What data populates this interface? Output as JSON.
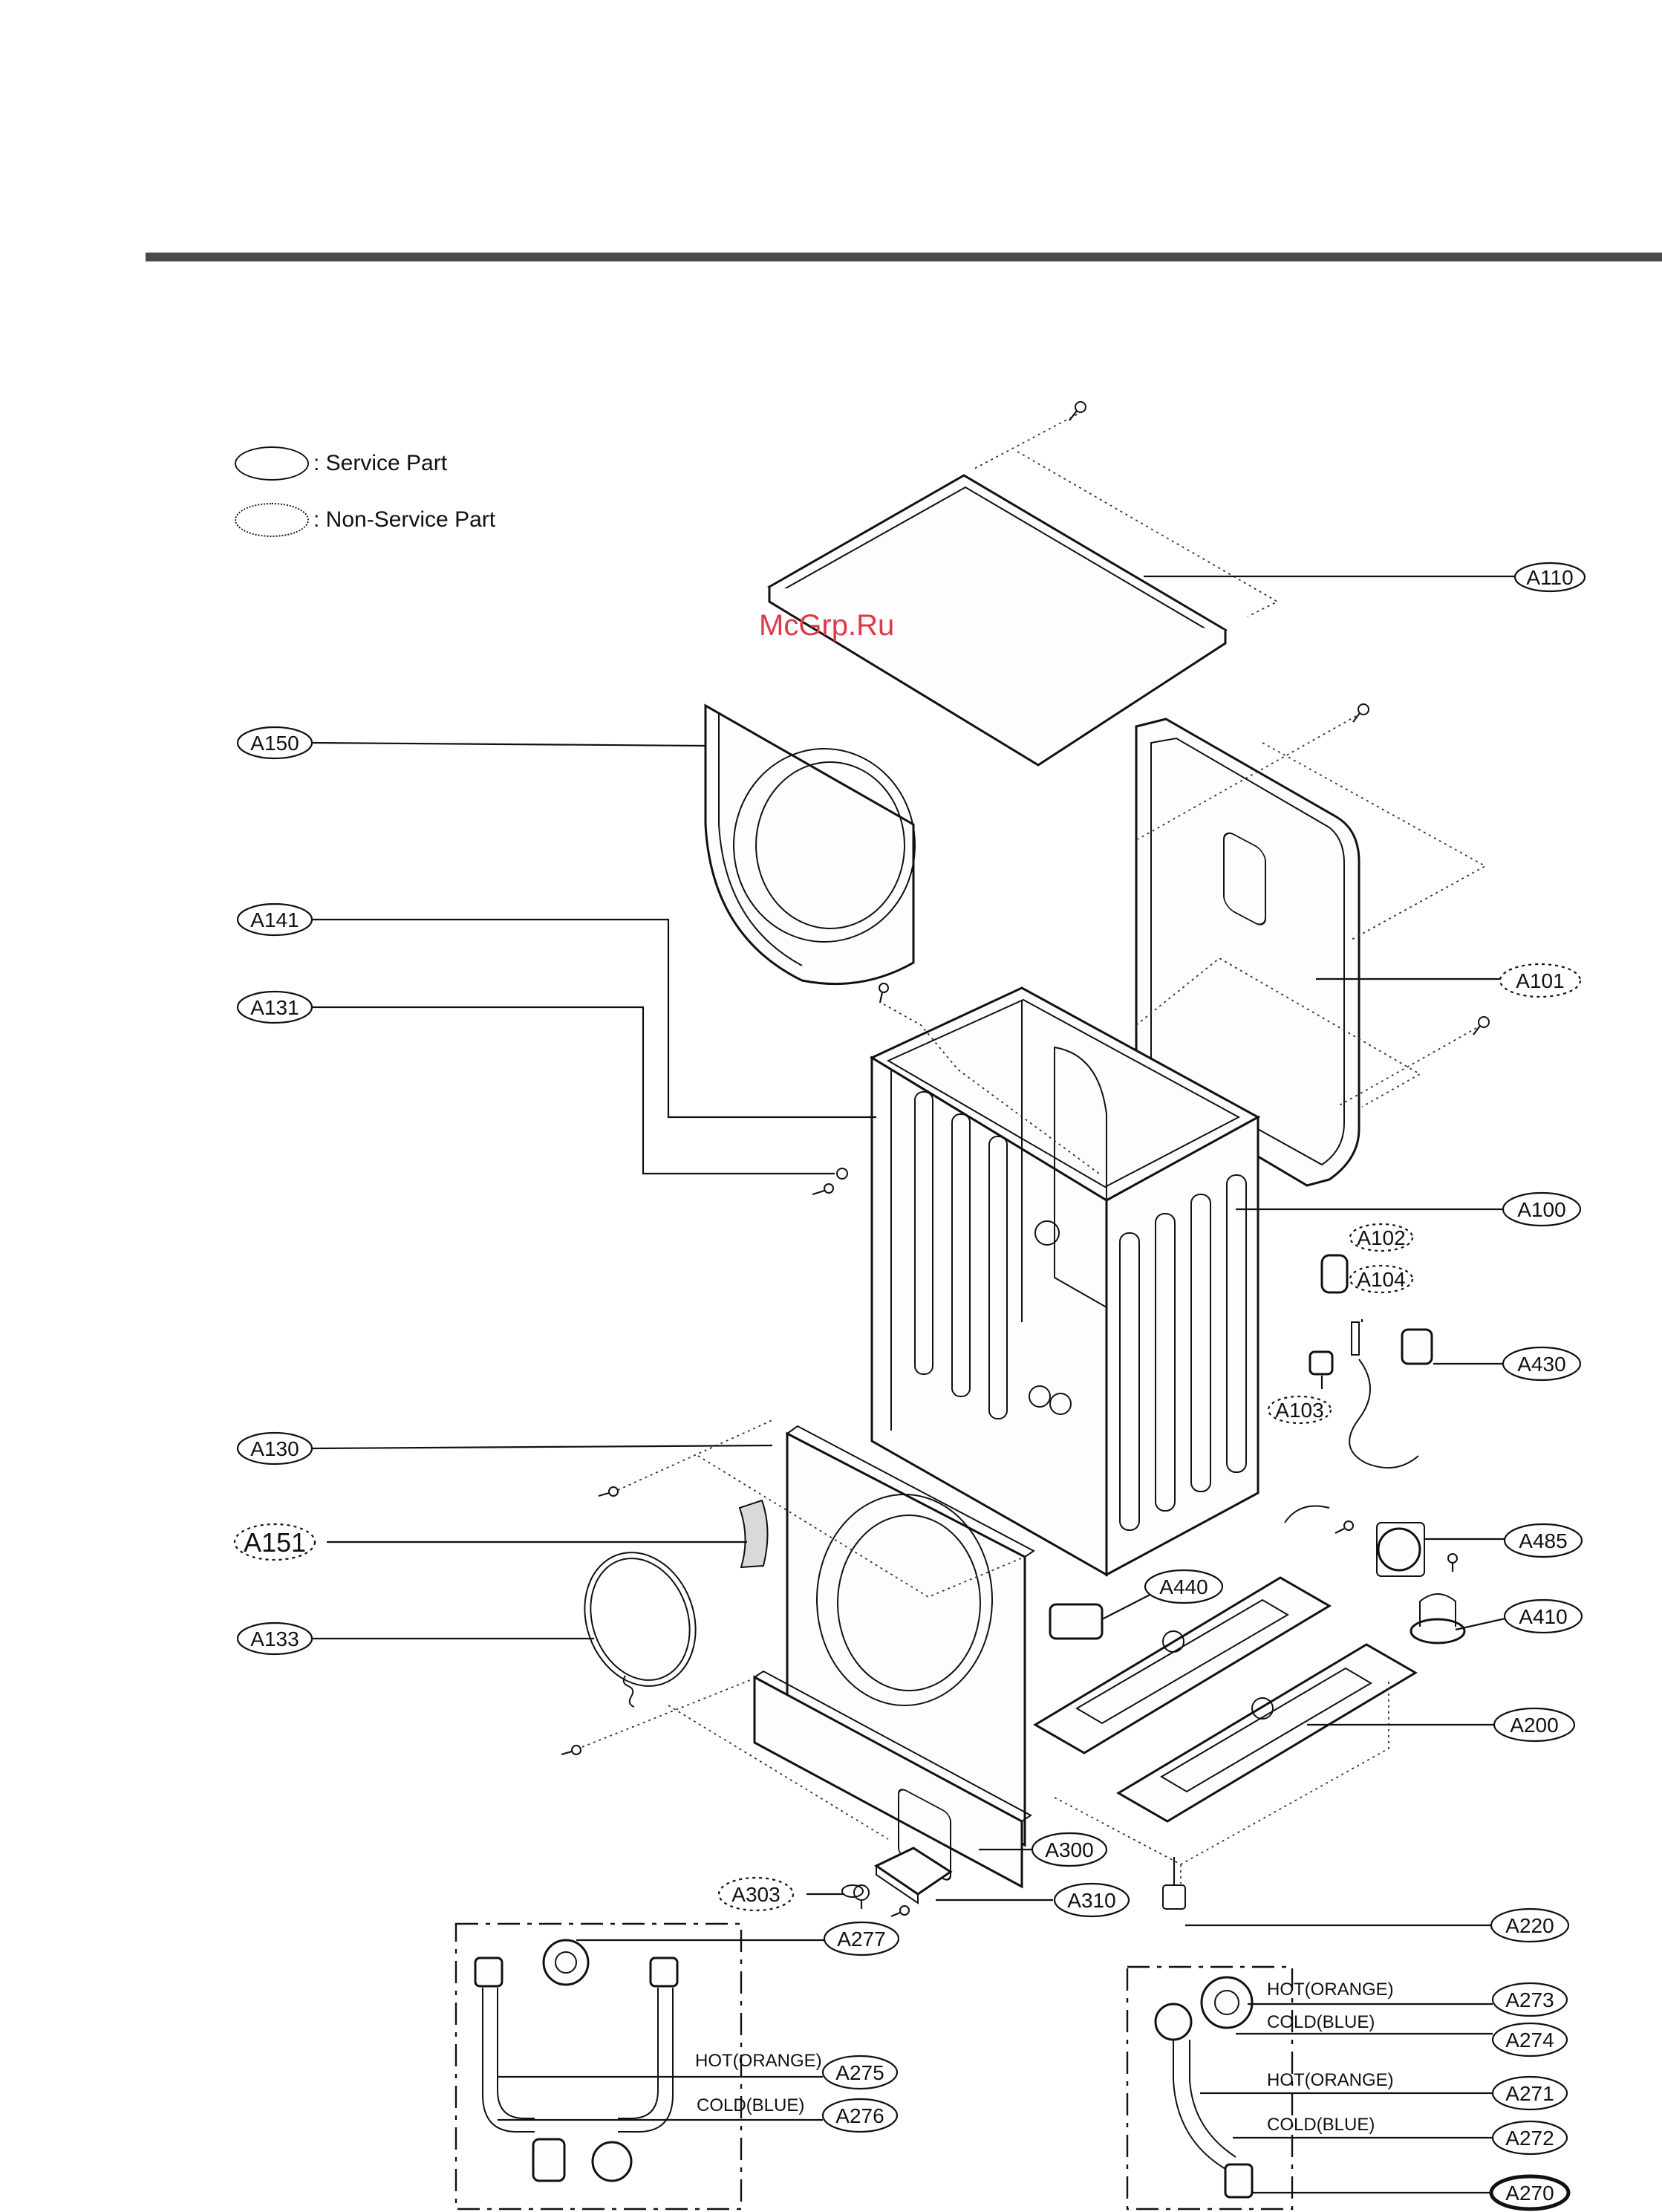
{
  "legend": {
    "service_label": ": Service Part",
    "non_service_label": ": Non-Service Part"
  },
  "watermark": "McGrp.Ru",
  "callouts": [
    {
      "id": "A110",
      "type": "service"
    },
    {
      "id": "A150",
      "type": "service"
    },
    {
      "id": "A141",
      "type": "service"
    },
    {
      "id": "A131",
      "type": "service"
    },
    {
      "id": "A101",
      "type": "non-service"
    },
    {
      "id": "A100",
      "type": "service"
    },
    {
      "id": "A102",
      "type": "non-service"
    },
    {
      "id": "A104",
      "type": "non-service"
    },
    {
      "id": "A430",
      "type": "service"
    },
    {
      "id": "A103",
      "type": "non-service"
    },
    {
      "id": "A130",
      "type": "service"
    },
    {
      "id": "A151",
      "type": "non-service"
    },
    {
      "id": "A133",
      "type": "service"
    },
    {
      "id": "A440",
      "type": "service"
    },
    {
      "id": "A485",
      "type": "service"
    },
    {
      "id": "A410",
      "type": "service"
    },
    {
      "id": "A200",
      "type": "service"
    },
    {
      "id": "A300",
      "type": "service"
    },
    {
      "id": "A303",
      "type": "non-service"
    },
    {
      "id": "A310",
      "type": "service"
    },
    {
      "id": "A220",
      "type": "service"
    },
    {
      "id": "A277",
      "type": "service"
    },
    {
      "id": "A275",
      "type": "service"
    },
    {
      "id": "A276",
      "type": "service"
    },
    {
      "id": "A273",
      "type": "service"
    },
    {
      "id": "A274",
      "type": "service"
    },
    {
      "id": "A271",
      "type": "service"
    },
    {
      "id": "A272",
      "type": "service"
    },
    {
      "id": "A270",
      "type": "service-bold"
    }
  ],
  "hose_notes": {
    "left_hot": "HOT(ORANGE)",
    "left_cold": "COLD(BLUE)",
    "right_hot_valve": "HOT(ORANGE)",
    "right_cold_valve": "COLD(BLUE)",
    "right_hot_hose": "HOT(ORANGE)",
    "right_cold_hose": "COLD(BLUE)"
  }
}
